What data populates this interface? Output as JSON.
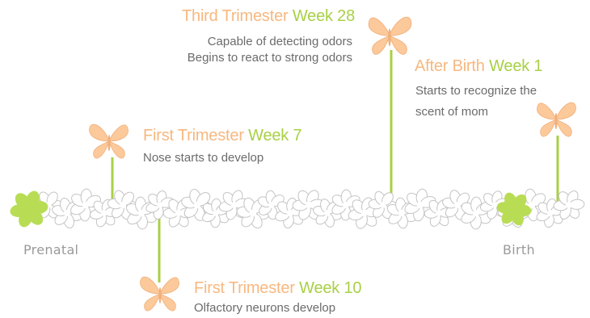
{
  "colors": {
    "butterfly": "#fcc99b",
    "butterfly_stroke": "#f0b07c",
    "stem": "#a8d045",
    "flower_white_stroke": "#c4c4c4",
    "flower_green": "#b8dd55",
    "phase_text": "#f7b880",
    "week_text": "#a8d045",
    "desc_text": "#6b6b6b",
    "end_label": "#9a9a9a"
  },
  "timeline": {
    "start_label": "Prenatal",
    "end_label": "Birth"
  },
  "milestones": [
    {
      "phase": "Third Trimester",
      "week": "Week 28",
      "lines": [
        "Capable of detecting odors",
        "Begins to react to strong odors"
      ],
      "icon": "butterfly-icon"
    },
    {
      "phase": "After Birth",
      "week": "Week 1",
      "lines": [
        "Starts to recognize the",
        "scent of mom"
      ],
      "icon": "butterfly-icon"
    },
    {
      "phase": "First Trimester",
      "week": "Week 7",
      "lines": [
        "Nose starts to develop"
      ],
      "icon": "butterfly-icon"
    },
    {
      "phase": "First Trimester",
      "week": "Week 10",
      "lines": [
        "Olfactory neurons develop"
      ],
      "icon": "butterfly-icon"
    }
  ]
}
